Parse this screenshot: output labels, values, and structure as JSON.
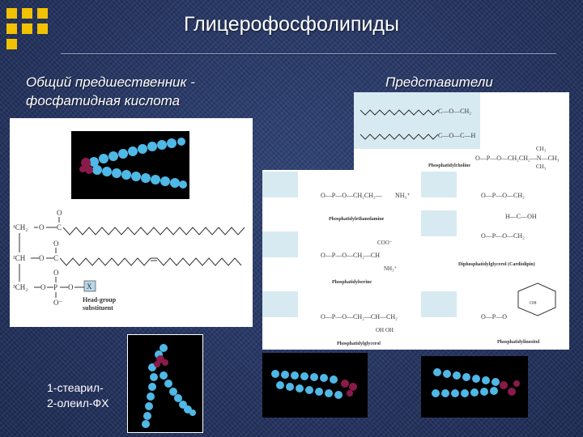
{
  "slide": {
    "title": "Глицерофосфолипиды",
    "left_subtitle_line1": "Общий предшественник -",
    "left_subtitle_line2": "фосфатидная кислота",
    "right_subtitle": "Представители",
    "molecule_caption_line1": "1-стеарил-",
    "molecule_caption_line2": "2-олеил-ФХ"
  },
  "precursor_figure": {
    "x_label": "X",
    "headgroup_label_line1": "Head-group",
    "headgroup_label_line2": "substituent"
  },
  "representatives_figure": {
    "names": [
      "Phosphatidylcholine",
      "Phosphatidylethanolamine",
      "Diphosphatidylglycerol (Cardiolipin)",
      "Phosphatidylserine",
      "Phosphatidylglycerol",
      "Phosphatidylinositol"
    ],
    "chemical_text": {
      "nh3": "NH₃⁺",
      "coo": "COO⁻",
      "n_methyl": "CH₃"
    }
  },
  "colors": {
    "accent": "#f2c200",
    "background": "#23335f",
    "model_atom": "#4fb8e6",
    "model_polar": "#8a1a4a"
  },
  "icons": [
    "logo-squares-icon"
  ]
}
